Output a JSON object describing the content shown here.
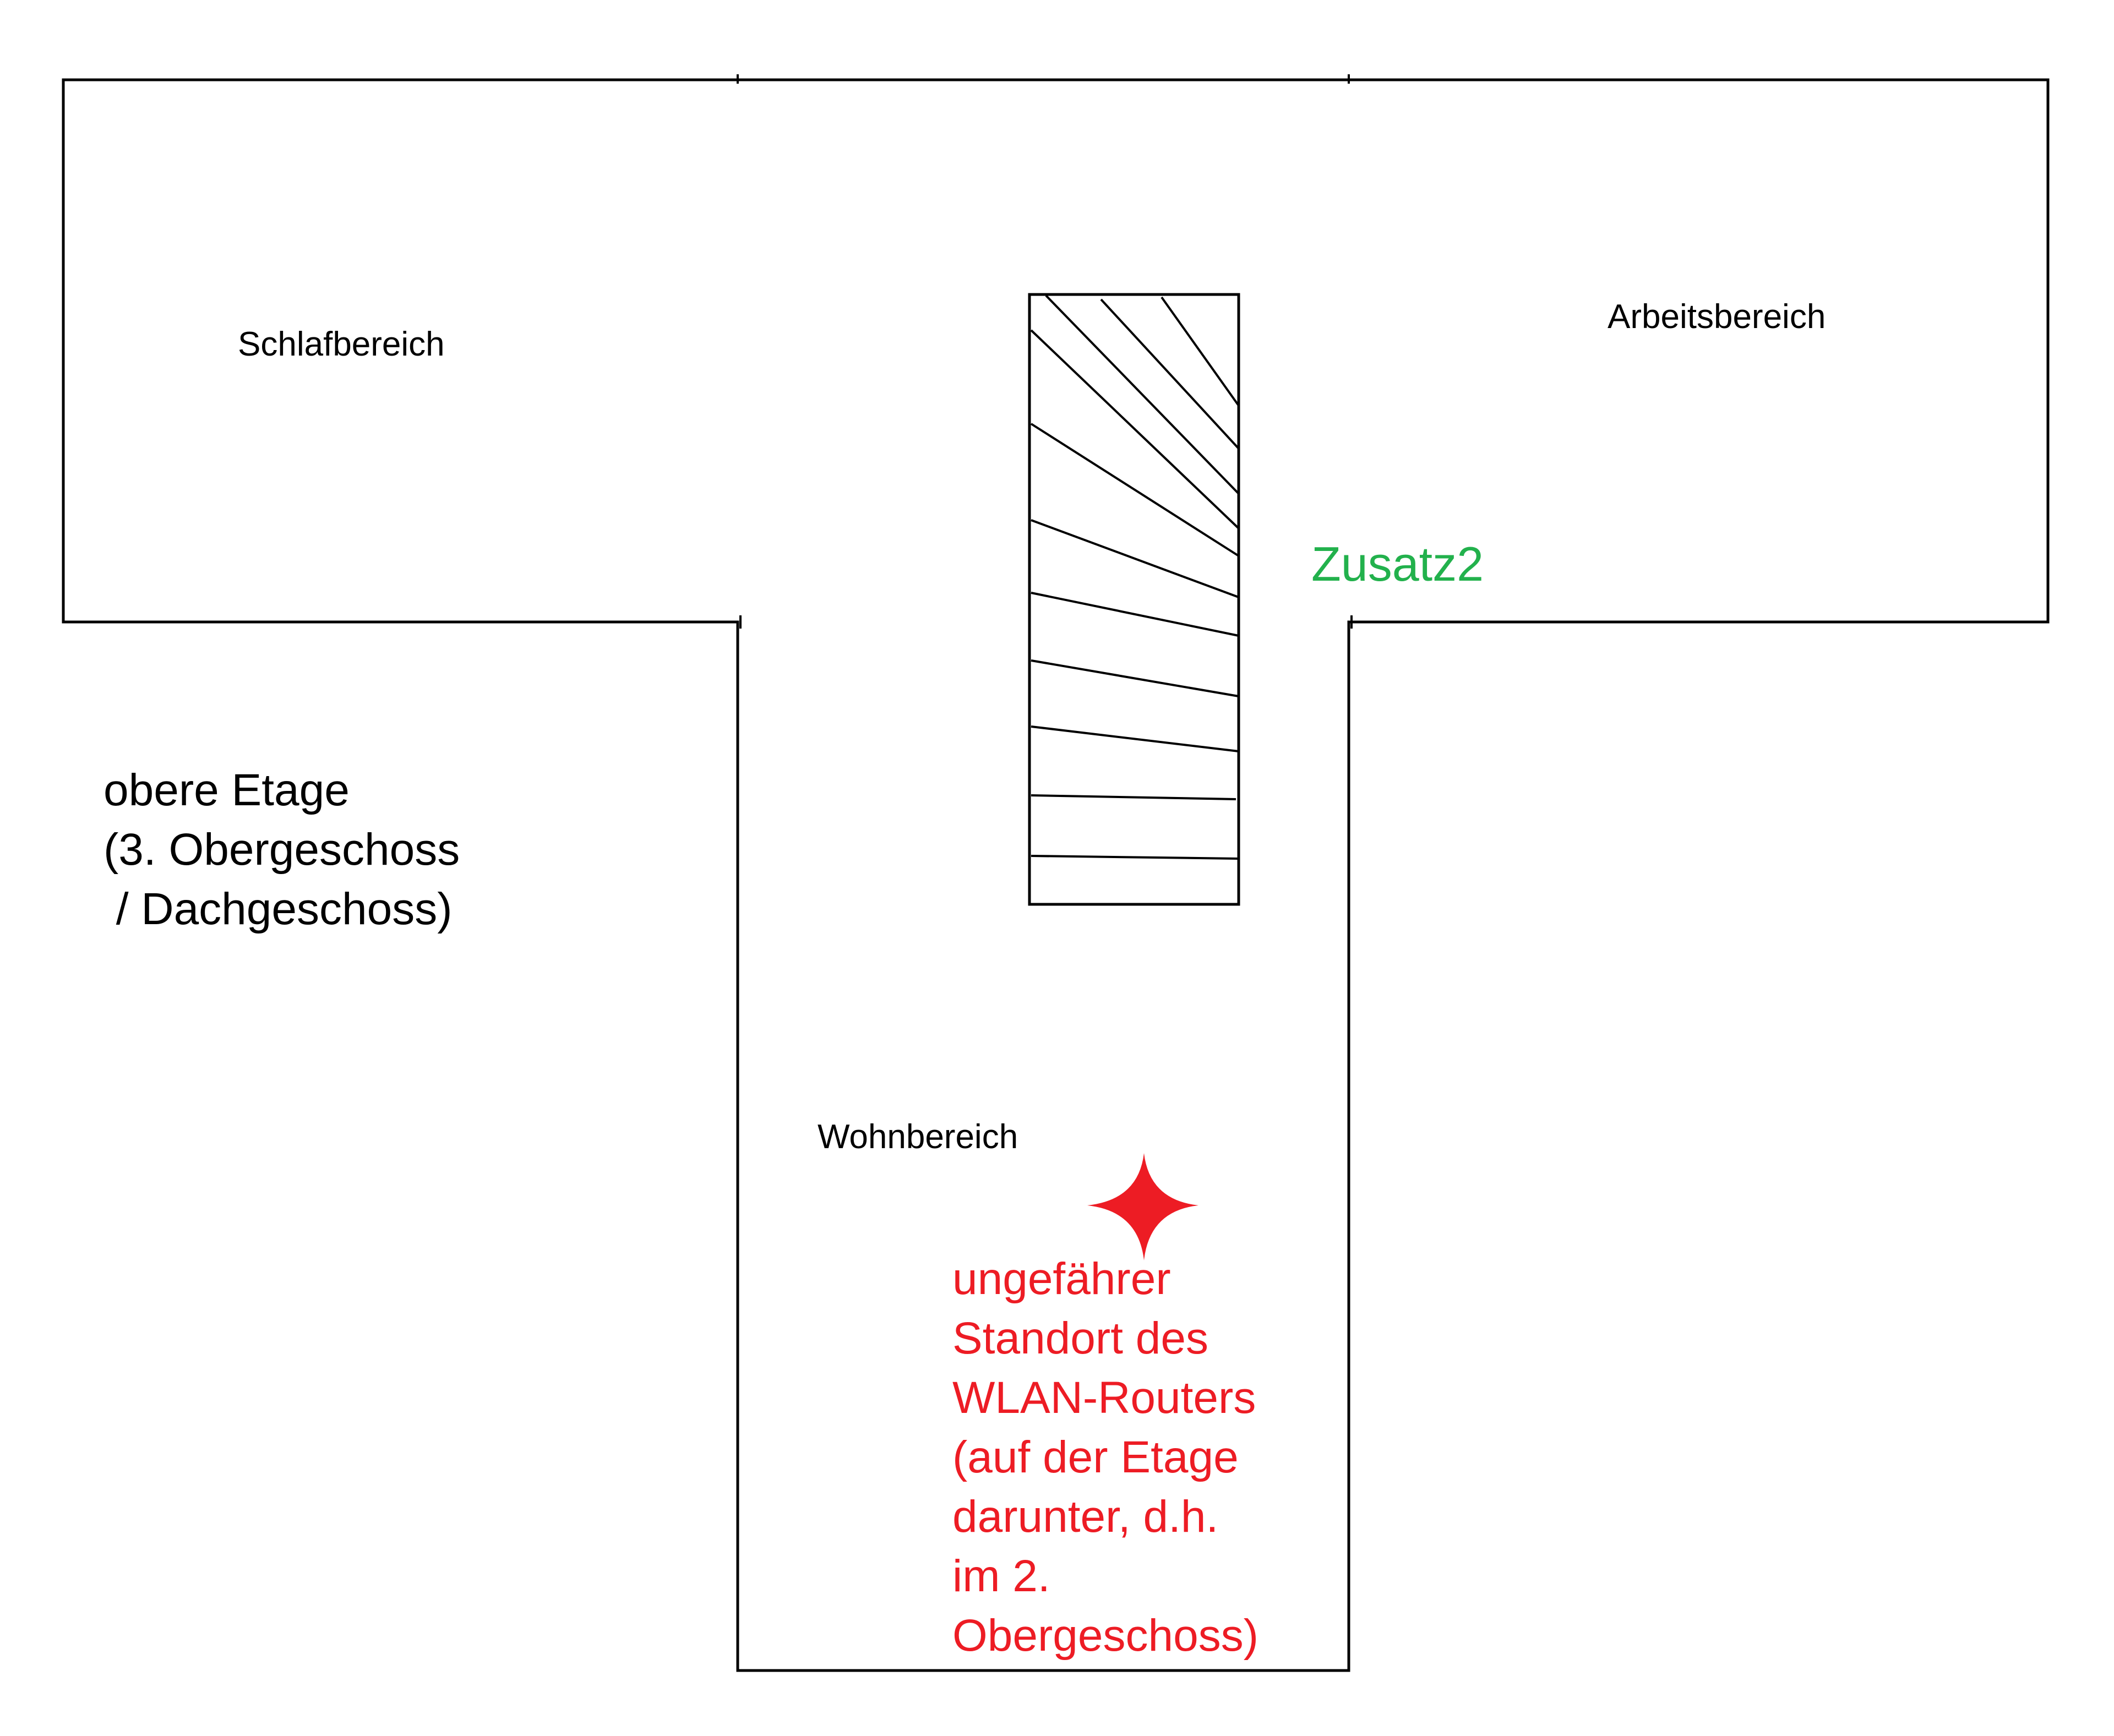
{
  "colors": {
    "ink": "#000000",
    "marker": "#ed1c24",
    "accent": "#22b14c",
    "background": "#ffffff"
  },
  "rooms": {
    "schlafbereich": "Schlafbereich",
    "arbeitsbereich": "Arbeitsbereich",
    "wohnbereich": "Wohnbereich"
  },
  "extra_label": "Zusatz2",
  "floor_label": {
    "lines": [
      "obere Etage",
      "(3. Obergeschoss",
      " / Dachgeschoss)"
    ]
  },
  "router_marker": {
    "icon": "four-point-star-icon",
    "lines": [
      "ungefährer",
      "Standort des",
      "WLAN-Routers",
      "(auf der Etage",
      "darunter, d.h.",
      "im 2.",
      "Obergeschoss)"
    ]
  },
  "staircase": {
    "step_count": 12
  }
}
